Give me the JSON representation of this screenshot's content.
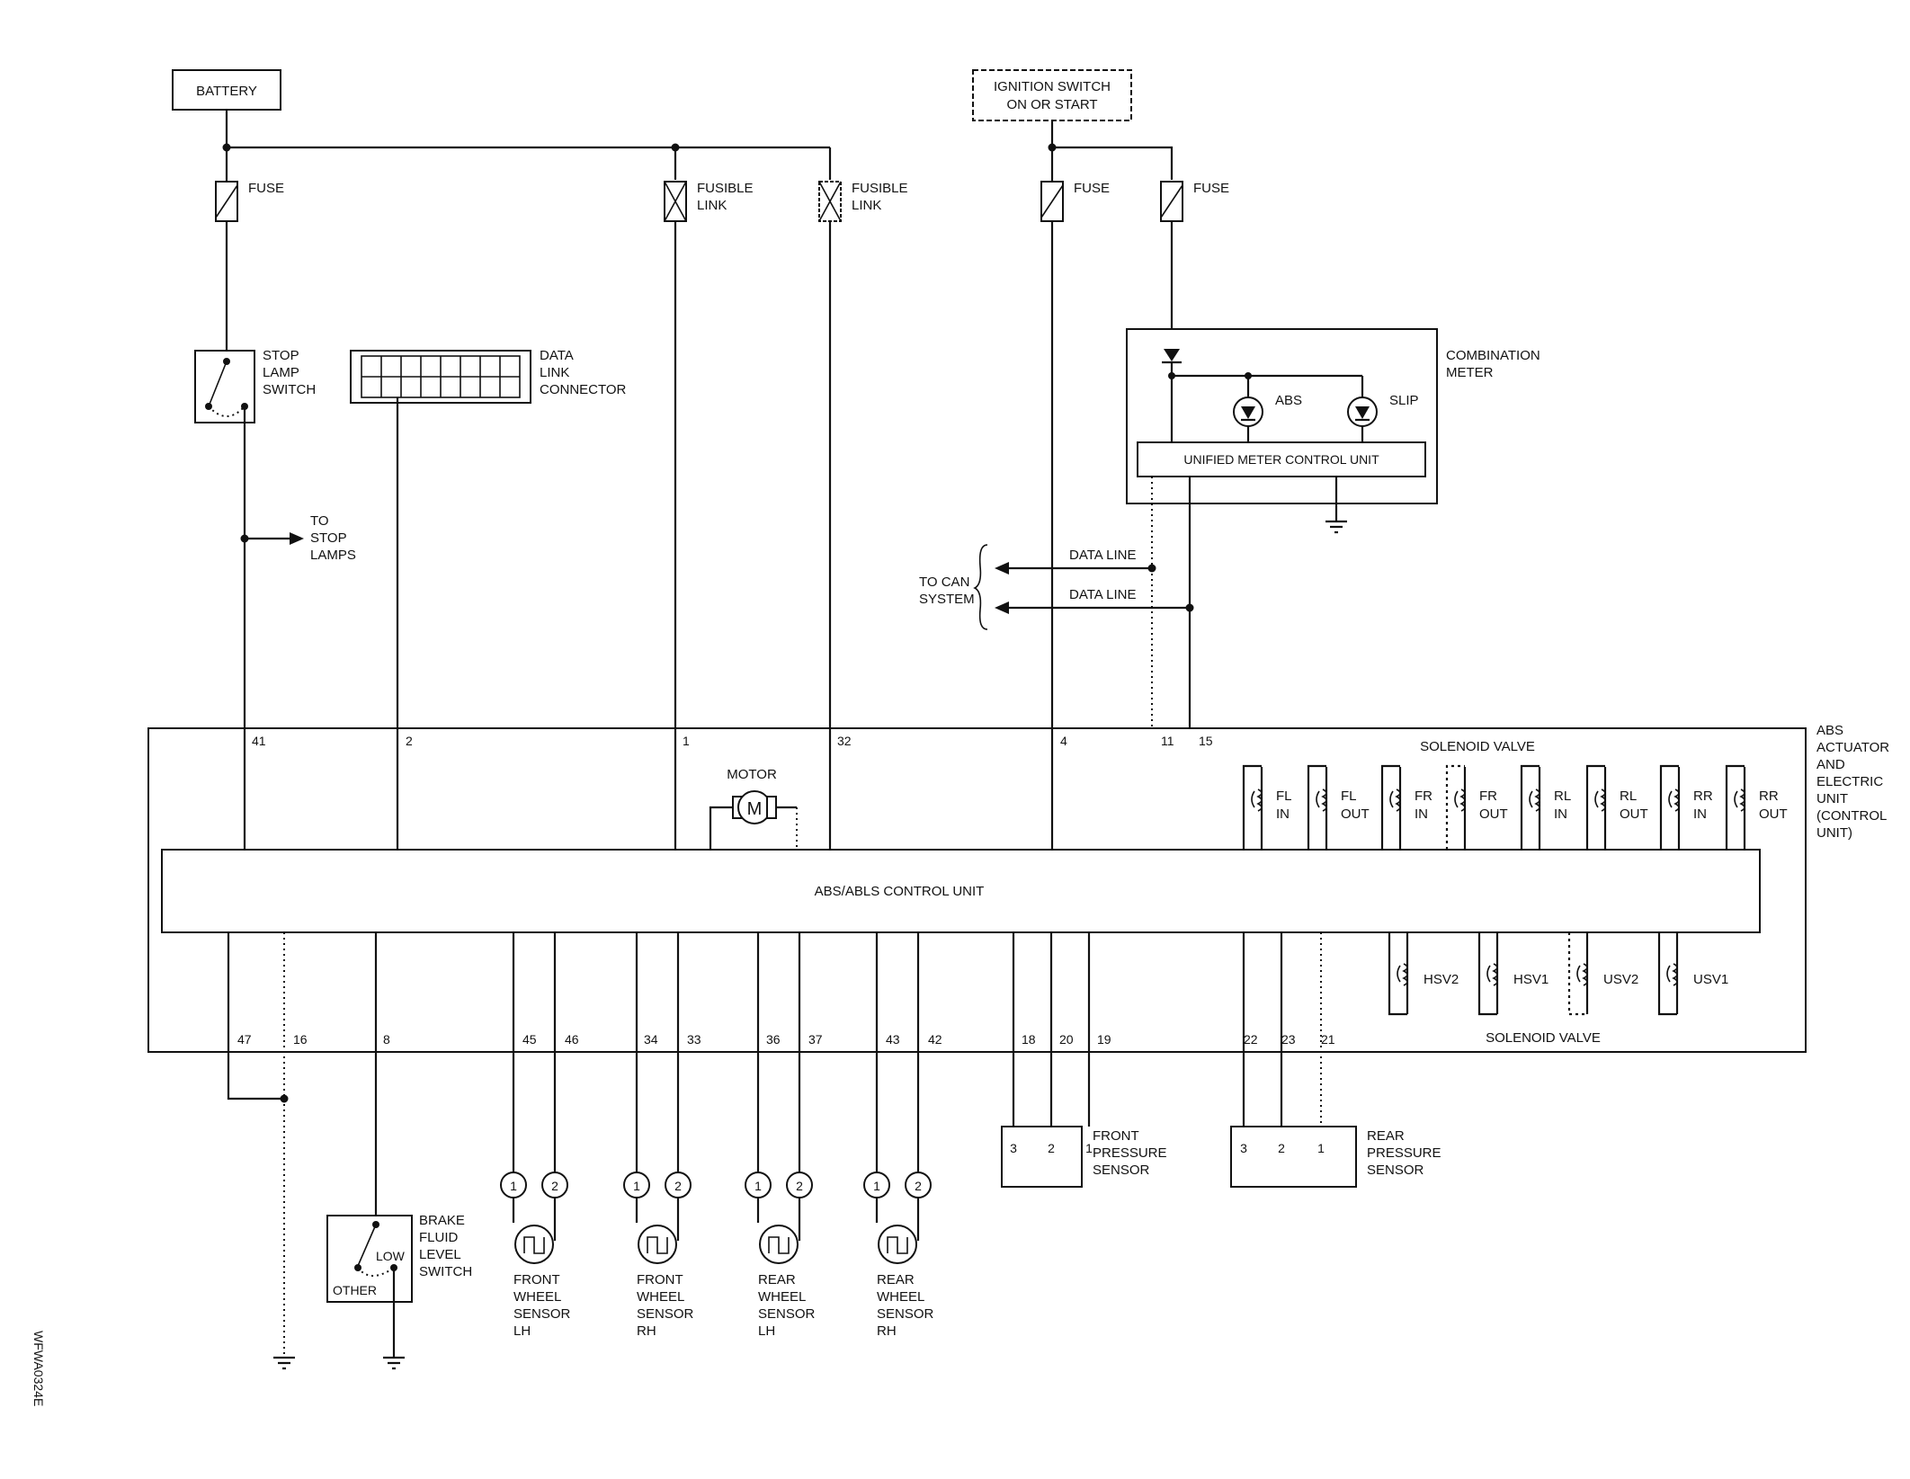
{
  "supplies": {
    "battery": "BATTERY",
    "ignition_l1": "IGNITION SWITCH",
    "ignition_l2": "ON OR START"
  },
  "fuses": {
    "fuse": "FUSE",
    "fusible_l1": "FUSIBLE",
    "fusible_l2": "LINK"
  },
  "stop_lamp_switch": [
    "STOP",
    "LAMP",
    "SWITCH"
  ],
  "data_link_connector": [
    "DATA",
    "LINK",
    "CONNECTOR"
  ],
  "to_stop_lamps": [
    "TO",
    "STOP",
    "LAMPS"
  ],
  "combination_meter": {
    "title": [
      "COMBINATION",
      "METER"
    ],
    "abs": "ABS",
    "slip": "SLIP",
    "unified": "UNIFIED METER CONTROL UNIT"
  },
  "can": {
    "to_can": [
      "TO CAN",
      "SYSTEM"
    ],
    "data_line_1": "DATA LINE",
    "data_line_2": "DATA LINE"
  },
  "abs_unit": {
    "label": [
      "ABS",
      "ACTUATOR",
      "AND",
      "ELECTRIC",
      "UNIT",
      "(CONTROL",
      "UNIT)"
    ],
    "control_unit": "ABS/ABLS CONTROL UNIT",
    "motor": "MOTOR",
    "motor_symbol": "M",
    "solenoid_valve_top": "SOLENOID VALVE",
    "solenoid_valve_bottom": "SOLENOID VALVE"
  },
  "pins_top": [
    "41",
    "2",
    "1",
    "32",
    "4",
    "11",
    "15"
  ],
  "pins_bottom": [
    "47",
    "16",
    "8",
    "45",
    "46",
    "34",
    "33",
    "36",
    "37",
    "43",
    "42",
    "18",
    "20",
    "19",
    "22",
    "23",
    "21"
  ],
  "valves_top": [
    {
      "a": "FL",
      "b": "IN"
    },
    {
      "a": "FL",
      "b": "OUT"
    },
    {
      "a": "FR",
      "b": "IN"
    },
    {
      "a": "FR",
      "b": "OUT"
    },
    {
      "a": "RL",
      "b": "IN"
    },
    {
      "a": "RL",
      "b": "OUT"
    },
    {
      "a": "RR",
      "b": "IN"
    },
    {
      "a": "RR",
      "b": "OUT"
    }
  ],
  "valves_bottom": [
    "HSV2",
    "HSV1",
    "USV2",
    "USV1"
  ],
  "wheel_sensors": [
    {
      "l1": "FRONT",
      "l2": "WHEEL",
      "l3": "SENSOR",
      "l4": "LH",
      "p1": "1",
      "p2": "2"
    },
    {
      "l1": "FRONT",
      "l2": "WHEEL",
      "l3": "SENSOR",
      "l4": "RH",
      "p1": "1",
      "p2": "2"
    },
    {
      "l1": "REAR",
      "l2": "WHEEL",
      "l3": "SENSOR",
      "l4": "LH",
      "p1": "1",
      "p2": "2"
    },
    {
      "l1": "REAR",
      "l2": "WHEEL",
      "l3": "SENSOR",
      "l4": "RH",
      "p1": "1",
      "p2": "2"
    }
  ],
  "pressure_sensors": [
    {
      "l1": "FRONT",
      "l2": "PRESSURE",
      "l3": "SENSOR",
      "pins": [
        "3",
        "2",
        "1"
      ]
    },
    {
      "l1": "REAR",
      "l2": "PRESSURE",
      "l3": "SENSOR",
      "pins": [
        "3",
        "2",
        "1"
      ]
    }
  ],
  "brake_fluid_switch": {
    "label": [
      "BRAKE",
      "FLUID",
      "LEVEL",
      "SWITCH"
    ],
    "low": "LOW",
    "other": "OTHER"
  },
  "figure_id": "WFWA0324E"
}
